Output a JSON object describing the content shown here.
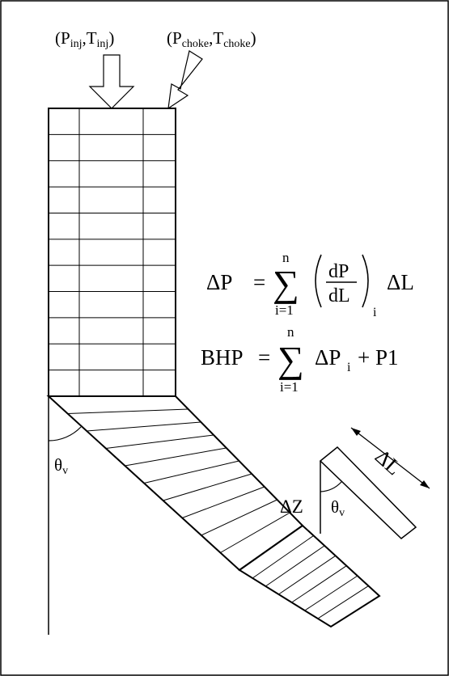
{
  "inputs": {
    "inj": {
      "P": "P",
      "P_sub": "inj",
      "T": "T",
      "T_sub": "inj"
    },
    "choke": {
      "P": "P",
      "P_sub": "choke",
      "T": "T",
      "T_sub": "choke"
    }
  },
  "equations": {
    "dp": {
      "lhs": "ΔP",
      "eq": "=",
      "sum": "∑",
      "upper": "n",
      "lower": "i=1",
      "num": "dP",
      "den": "dL",
      "sub": "i",
      "tail": "ΔL"
    },
    "bhp": {
      "lhs": "BHP",
      "eq": "=",
      "sum": "∑",
      "upper": "n",
      "lower": "i=1",
      "term": "ΔP",
      "term_sub": "i",
      "tail": "+ P1"
    }
  },
  "angle_main": {
    "symbol": "θ",
    "sub": "v"
  },
  "inset": {
    "dz": "ΔZ",
    "dl": "ΔL",
    "angle": {
      "symbol": "θ",
      "sub": "v"
    }
  }
}
